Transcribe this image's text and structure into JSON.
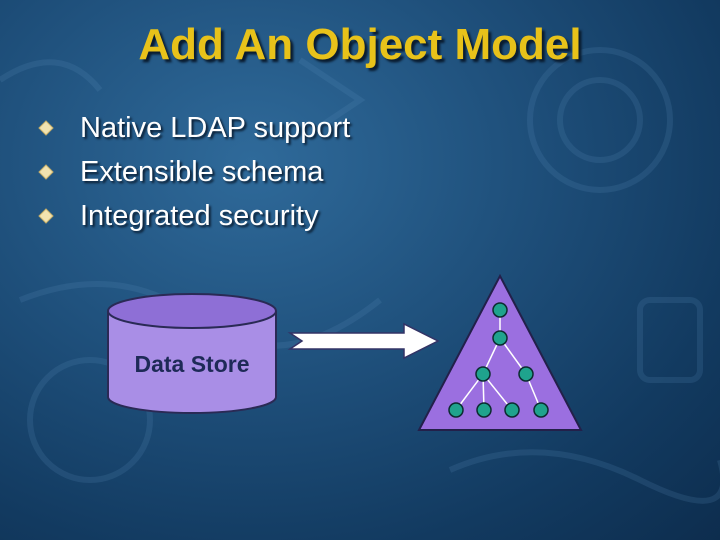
{
  "slide": {
    "title": "Add An Object Model",
    "bullets": [
      "Native LDAP support",
      "Extensible schema",
      "Integrated security"
    ]
  },
  "diagram": {
    "data_store_label": "Data Store",
    "icons": {
      "bullet": "diamond-bullet-icon",
      "arrow": "right-arrow-icon",
      "tree": "directory-tree-icon"
    }
  },
  "colors": {
    "title": "#e8c21a",
    "text": "#ffffff",
    "background": "#1d4d78",
    "cylinder": "#a98ee6",
    "triangle": "#9b6fe0",
    "node": "#1fa38d"
  }
}
